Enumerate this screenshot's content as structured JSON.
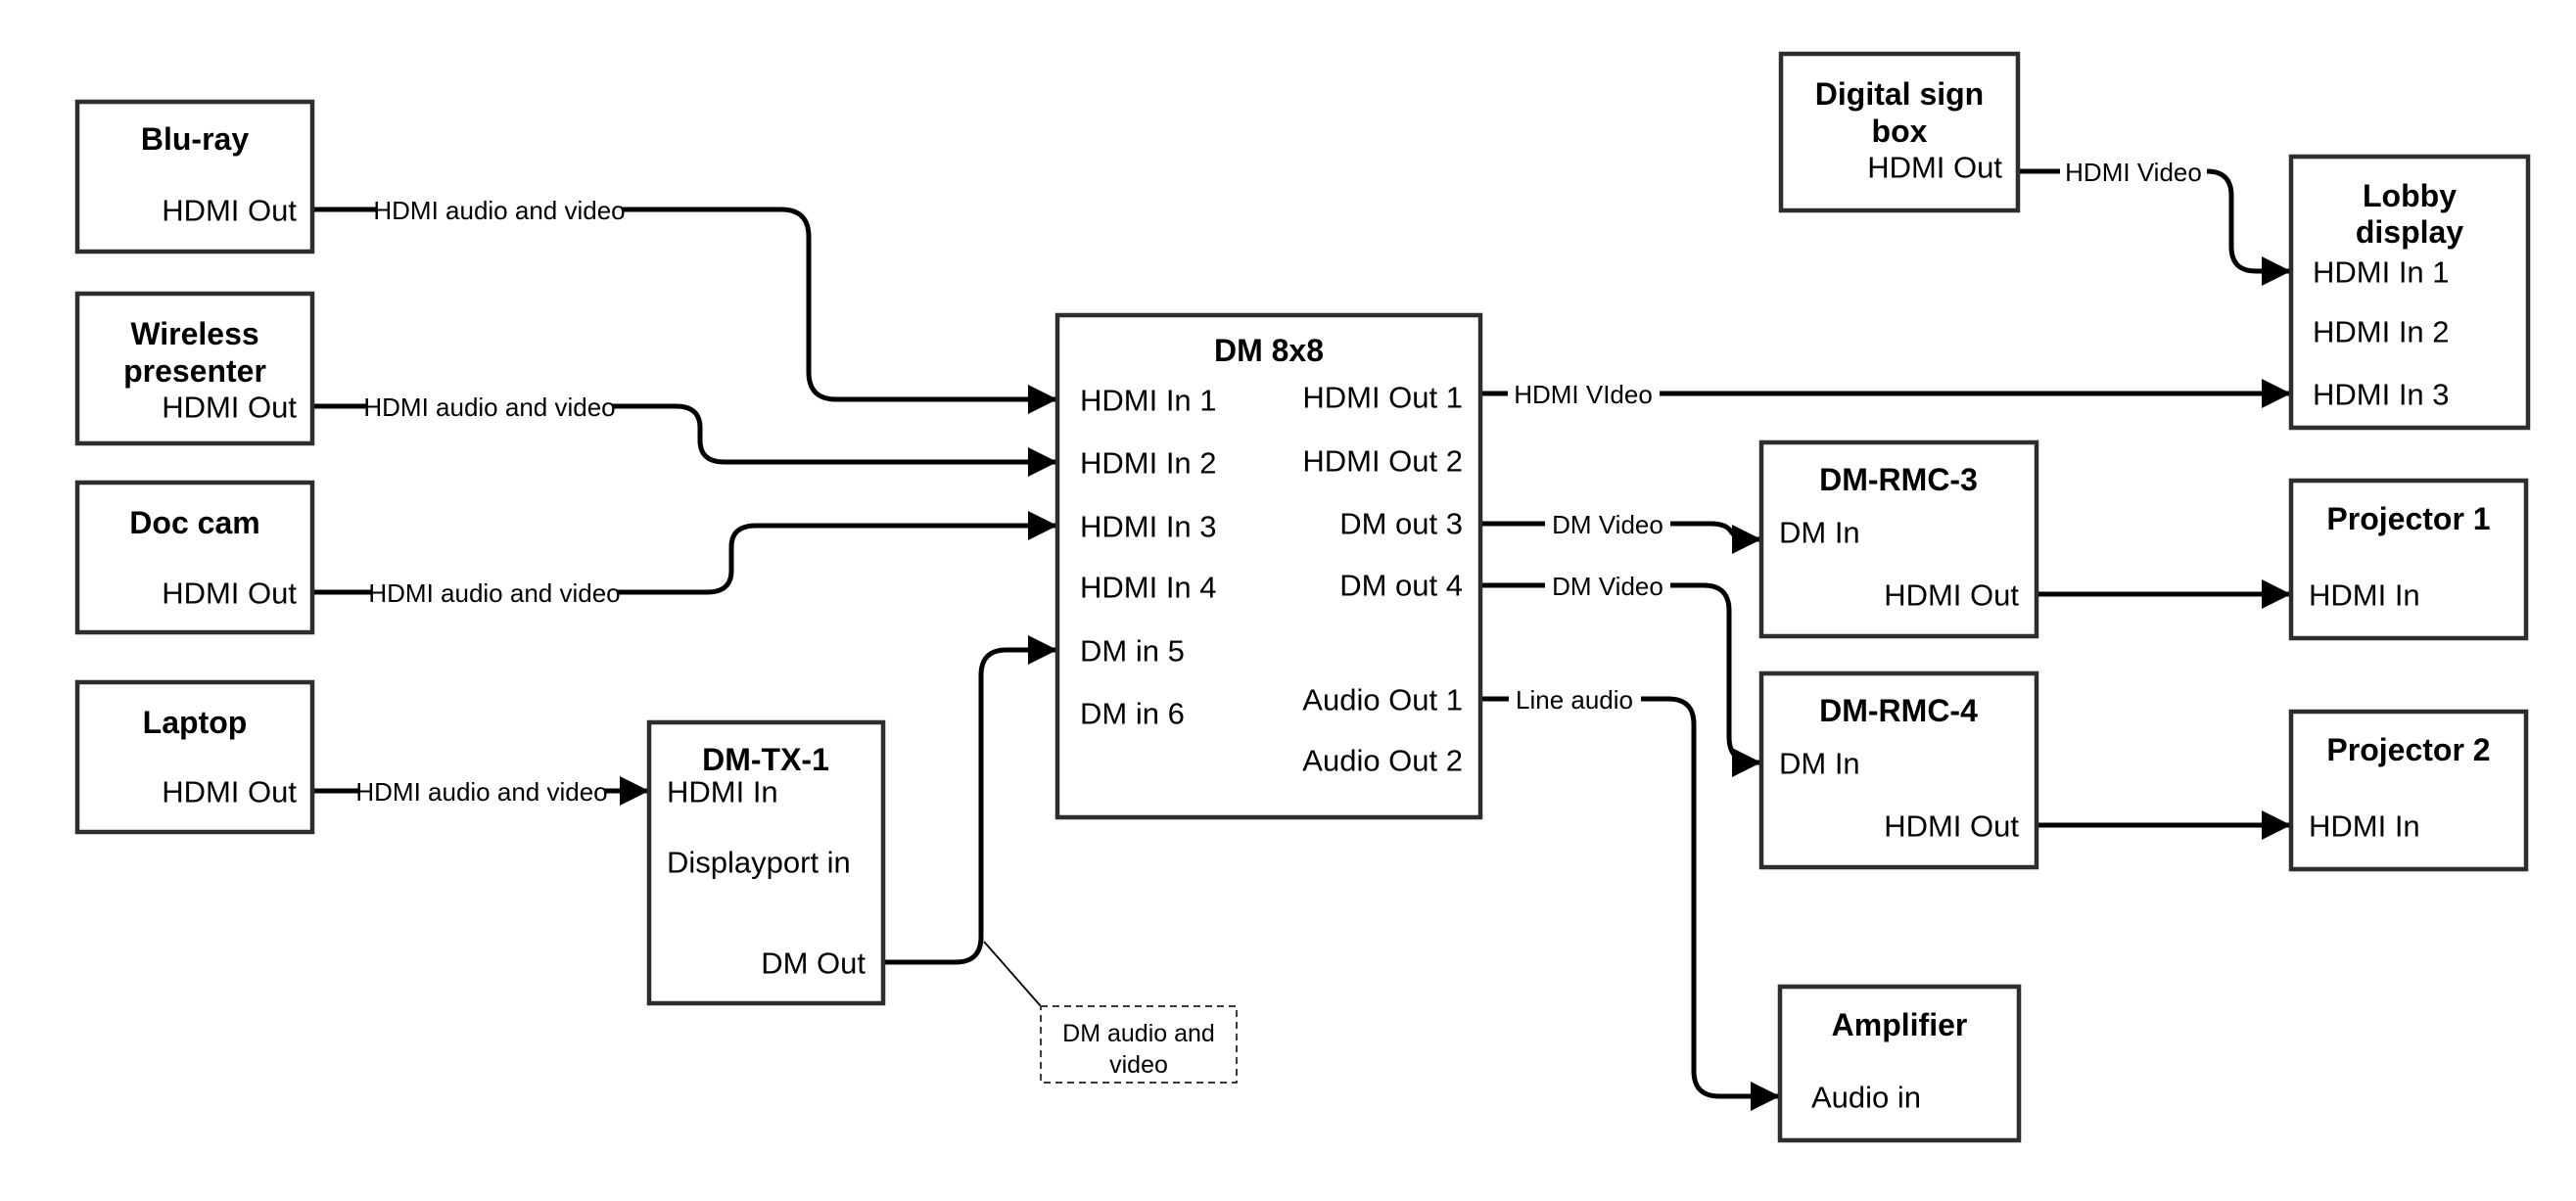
{
  "colors": {
    "background": "#ffffff",
    "box_border": "#2d2d2d",
    "connector": "#000000",
    "text": "#000000"
  },
  "nodes": {
    "bluray": {
      "title": "Blu-ray",
      "port_hdmi_out": "HDMI Out"
    },
    "wireless_presenter": {
      "title_line1": "Wireless",
      "title_line2": "presenter",
      "port_hdmi_out": "HDMI Out"
    },
    "doc_cam": {
      "title": "Doc cam",
      "port_hdmi_out": "HDMI Out"
    },
    "laptop": {
      "title": "Laptop",
      "port_hdmi_out": "HDMI Out"
    },
    "dm_tx_1": {
      "title": "DM-TX-1",
      "port_hdmi_in": "HDMI In",
      "port_displayport_in": "Displayport in",
      "port_dm_out": "DM Out"
    },
    "dm_8x8": {
      "title": "DM 8x8",
      "inputs": [
        "HDMI In 1",
        "HDMI In 2",
        "HDMI In 3",
        "HDMI In 4",
        "DM in 5",
        "DM in 6"
      ],
      "outputs": [
        "HDMI Out 1",
        "HDMI Out 2",
        "DM out 3",
        "DM out 4",
        "Audio Out 1",
        "Audio Out 2"
      ]
    },
    "digital_sign_box": {
      "title_line1": "Digital sign",
      "title_line2": "box",
      "port_hdmi_out": "HDMI Out"
    },
    "lobby_display": {
      "title_line1": "Lobby",
      "title_line2": "display",
      "ports": [
        "HDMI In 1",
        "HDMI In 2",
        "HDMI In 3"
      ]
    },
    "dm_rmc_3": {
      "title": "DM-RMC-3",
      "port_dm_in": "DM In",
      "port_hdmi_out": "HDMI Out"
    },
    "dm_rmc_4": {
      "title": "DM-RMC-4",
      "port_dm_in": "DM In",
      "port_hdmi_out": "HDMI Out"
    },
    "projector_1": {
      "title": "Projector 1",
      "port_hdmi_in": "HDMI In"
    },
    "projector_2": {
      "title": "Projector 2",
      "port_hdmi_in": "HDMI In"
    },
    "amplifier": {
      "title": "Amplifier",
      "port_audio_in": "Audio in"
    }
  },
  "edges": {
    "bluray_to_dm8x8": {
      "from": "Blu-ray HDMI Out",
      "to": "DM 8x8 HDMI In 1",
      "label": "HDMI audio and video"
    },
    "wireless_to_dm8x8": {
      "from": "Wireless presenter HDMI Out",
      "to": "DM 8x8 HDMI In 2",
      "label": "HDMI audio and video"
    },
    "doccam_to_dm8x8": {
      "from": "Doc cam HDMI Out",
      "to": "DM 8x8 HDMI In 3",
      "label": "HDMI audio and video"
    },
    "laptop_to_dmtx1": {
      "from": "Laptop HDMI Out",
      "to": "DM-TX-1 HDMI In",
      "label": "HDMI audio and video"
    },
    "dmtx1_to_dm8x8": {
      "from": "DM-TX-1 DM Out",
      "to": "DM 8x8 DM in 5",
      "label": ""
    },
    "dm8x8_to_lobby": {
      "from": "DM 8x8 HDMI Out 1",
      "to": "Lobby display HDMI In 3",
      "label": "HDMI VIdeo"
    },
    "dm8x8_to_rmc3": {
      "from": "DM 8x8 DM out 3",
      "to": "DM-RMC-3 DM In",
      "label": "DM Video"
    },
    "dm8x8_to_rmc4": {
      "from": "DM 8x8 DM out 4",
      "to": "DM-RMC-4 DM In",
      "label": "DM Video"
    },
    "dm8x8_to_amplifier": {
      "from": "DM 8x8 Audio Out 1",
      "to": "Amplifier Audio in",
      "label": "Line audio"
    },
    "digitalsign_to_lobby": {
      "from": "Digital sign box HDMI Out",
      "to": "Lobby display HDMI In 1",
      "label": "HDMI Video"
    },
    "rmc3_to_proj1": {
      "from": "DM-RMC-3 HDMI Out",
      "to": "Projector 1 HDMI In",
      "label": ""
    },
    "rmc4_to_proj2": {
      "from": "DM-RMC-4 HDMI Out",
      "to": "Projector 2 HDMI In",
      "label": ""
    }
  },
  "callout": {
    "line1": "DM audio and",
    "line2": "video"
  }
}
